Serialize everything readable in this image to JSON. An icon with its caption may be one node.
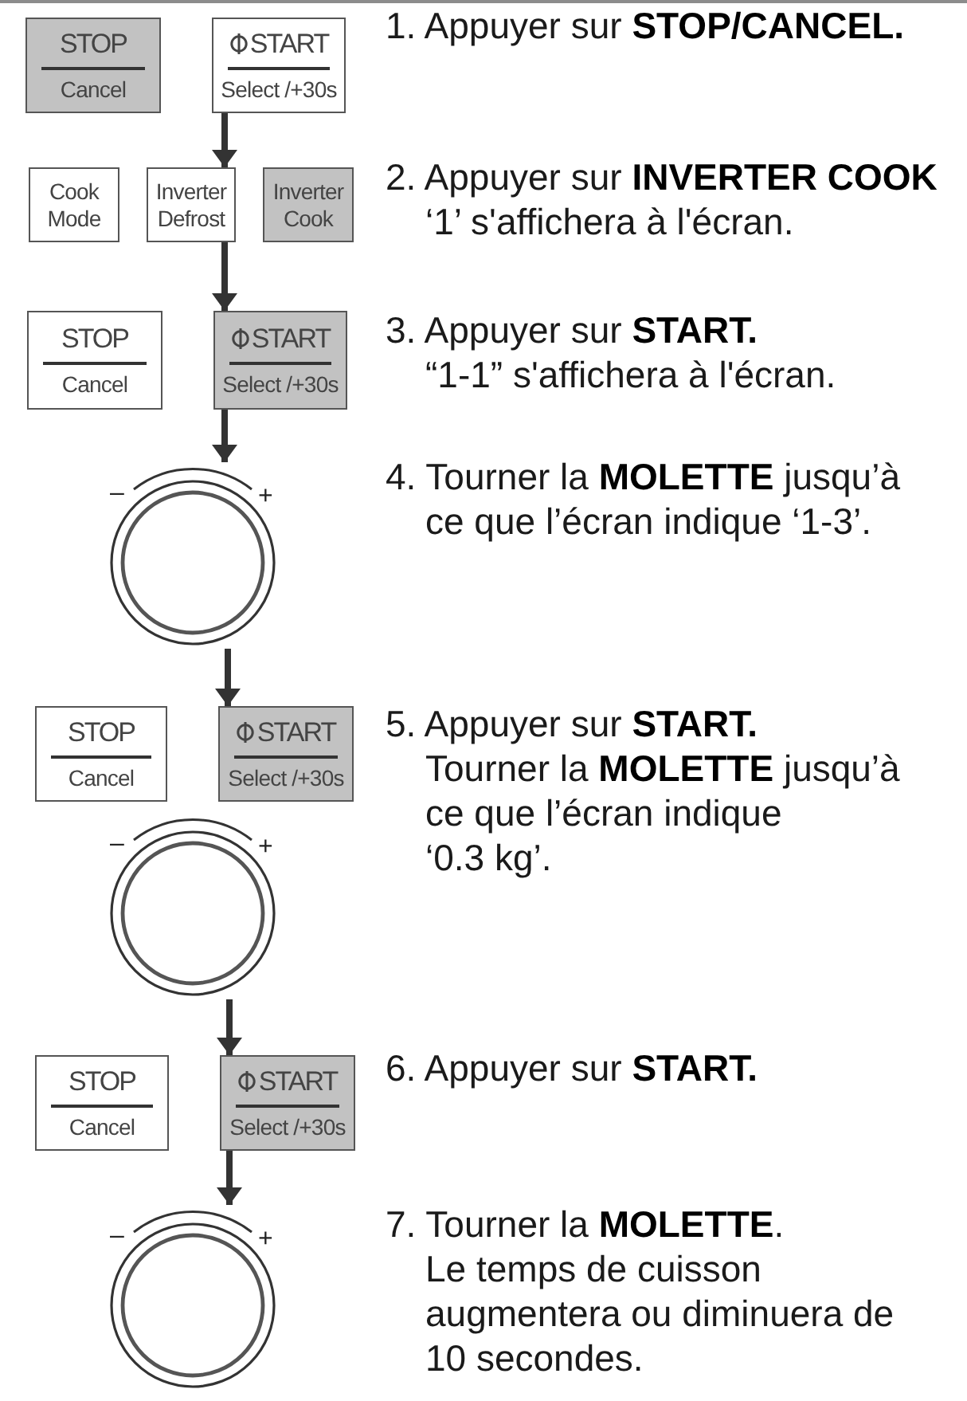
{
  "diagram": {
    "nodes": [
      {
        "text": [
          "STOP",
          "Cancel"
        ]
      },
      {
        "text": [
          "START",
          "Select /+30s"
        ]
      },
      {
        "text": [
          "Cook Mode"
        ]
      },
      {
        "text": [
          "Inverter Defrost"
        ]
      },
      {
        "text": [
          "Inverter Cook"
        ]
      },
      {
        "text": [
          "STOP",
          "Cancel"
        ]
      },
      {
        "text": [
          "START",
          "Select /+30s"
        ]
      },
      {
        "text": [],
        "shape": "circle",
        "beside": [
          "–",
          "+"
        ]
      },
      {
        "text": [
          "STOP",
          "Cancel"
        ]
      },
      {
        "text": [
          "START",
          "Select /+30s"
        ]
      },
      {
        "text": [],
        "shape": "circle",
        "beside": [
          "–",
          "+"
        ]
      },
      {
        "text": [
          "STOP",
          "Cancel"
        ]
      },
      {
        "text": [
          "START",
          "Select /+30s"
        ]
      },
      {
        "text": [],
        "shape": "circle",
        "beside": [
          "–",
          "+"
        ]
      }
    ],
    "edges": [
      {
        "from": 1,
        "to": 3,
        "arrow": "to"
      },
      {
        "from": 3,
        "to": 6,
        "arrow": "to"
      },
      {
        "from": 6,
        "to": 7,
        "arrow": "to"
      },
      {
        "from": 7,
        "to": 9,
        "arrow": "to"
      },
      {
        "from": 10,
        "to": 12,
        "arrow": "to"
      },
      {
        "from": 12,
        "to": 13,
        "arrow": "to"
      }
    ],
    "labels": [
      "1. Appuyer sur **STOP/CANCEL.**",
      "2. Appuyer sur **INVERTER COOK** ‘1’ s'affichera à l'écran.",
      "3. Appuyer sur **START.** “1-1” s'affichera à l'écran.",
      "4. Tourner la **MOLETTE** jusqu’à ce que l’écran indique ‘1-3’.",
      "5. Appuyer sur **START.** Tourner la **MOLETTE** jusqu’à ce que l’écran indique ‘0.3 kg’.",
      "6. Appuyer sur **START.**",
      "7. Tourner la **MOLETTE**. Le temps de cuisson augmentera ou diminuera de 10 secondes."
    ]
  }
}
